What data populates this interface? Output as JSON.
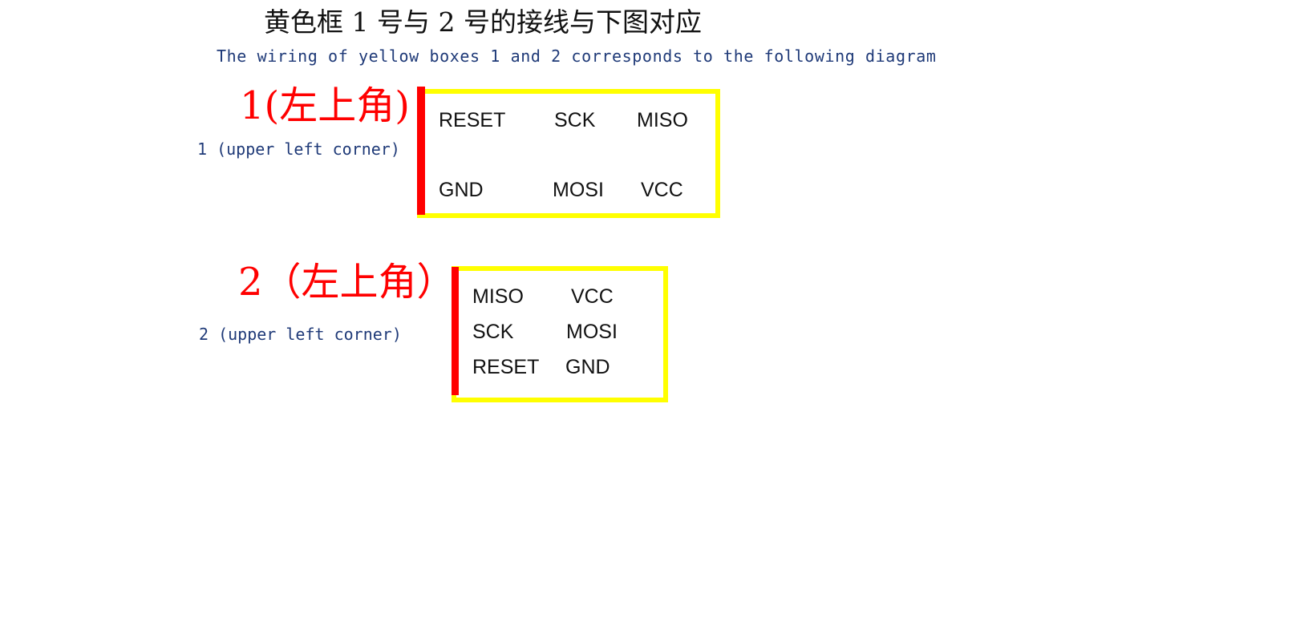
{
  "header": {
    "title_cn": "黄色框 1 号与 2 号的接线与下图对应",
    "title_en": "The wiring of yellow boxes 1 and 2 corresponds to the following diagram"
  },
  "box1": {
    "label_cn": "1(左上角)",
    "label_en": "1 (upper left corner)",
    "pins": [
      "RESET",
      "SCK",
      "MISO",
      "GND",
      "MOSI",
      "VCC"
    ]
  },
  "box2": {
    "label_cn": "2（左上角）",
    "label_en": "2 (upper left corner)",
    "pins": [
      "MISO",
      "VCC",
      "SCK",
      "MOSI",
      "RESET",
      "GND"
    ]
  },
  "colors": {
    "box_border": "#ffff00",
    "marker": "#ff0000",
    "label_cn": "#ff0000",
    "label_en": "#1f3a78"
  }
}
